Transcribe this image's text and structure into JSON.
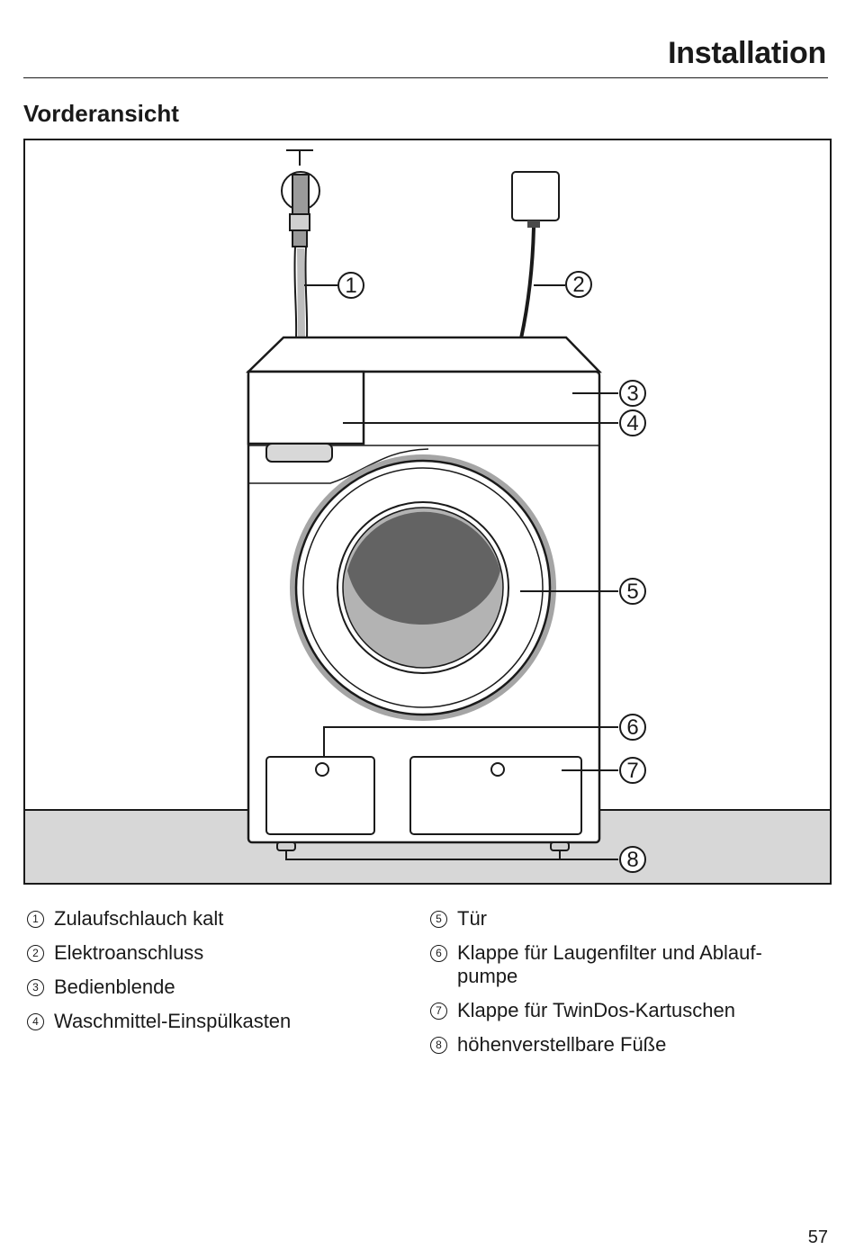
{
  "header": {
    "title": "Installation"
  },
  "section": {
    "title": "Vorderansicht"
  },
  "figure": {
    "callouts": [
      "1",
      "2",
      "3",
      "4",
      "5",
      "6",
      "7",
      "8"
    ]
  },
  "legend": {
    "left": [
      {
        "num": "1",
        "text": "Zulaufschlauch kalt"
      },
      {
        "num": "2",
        "text": "Elektroanschluss"
      },
      {
        "num": "3",
        "text": "Bedienblende"
      },
      {
        "num": "4",
        "text": "Waschmittel-Einspülkasten"
      }
    ],
    "right": [
      {
        "num": "5",
        "text": "Tür"
      },
      {
        "num": "6",
        "text": "Klappe für Laugenfilter und Ablauf-\npumpe"
      },
      {
        "num": "7",
        "text": "Klappe für TwinDos-Kartuschen"
      },
      {
        "num": "8",
        "text": "höhenverstellbare Füße"
      }
    ]
  },
  "footer": {
    "page_number": "57"
  }
}
